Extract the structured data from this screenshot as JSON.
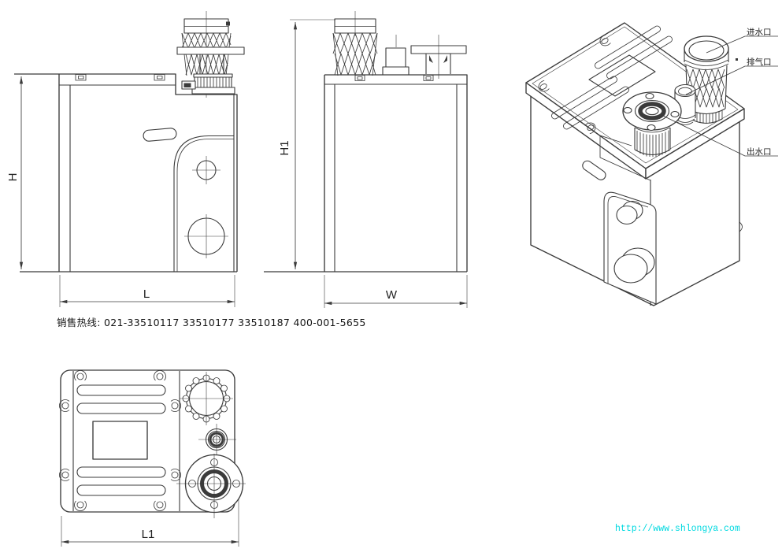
{
  "page": {
    "background": "#ffffff"
  },
  "colors": {
    "line": "#3b3b3b",
    "text": "#1f1f1f",
    "url_text": "#00d9e0"
  },
  "views": {
    "front": {
      "dim_height": "H",
      "dim_length": "L"
    },
    "side": {
      "dim_height": "H1",
      "dim_width": "W"
    },
    "top": {
      "dim_length": "L1"
    },
    "isometric": {
      "label_inlet": "进水口",
      "label_vent": "排气口",
      "label_outlet": "出水口"
    }
  },
  "footer": {
    "hotline": "销售热线: 021-33510117 33510177 33510187 400-001-5655",
    "website": "http://www.shlongya.com"
  }
}
